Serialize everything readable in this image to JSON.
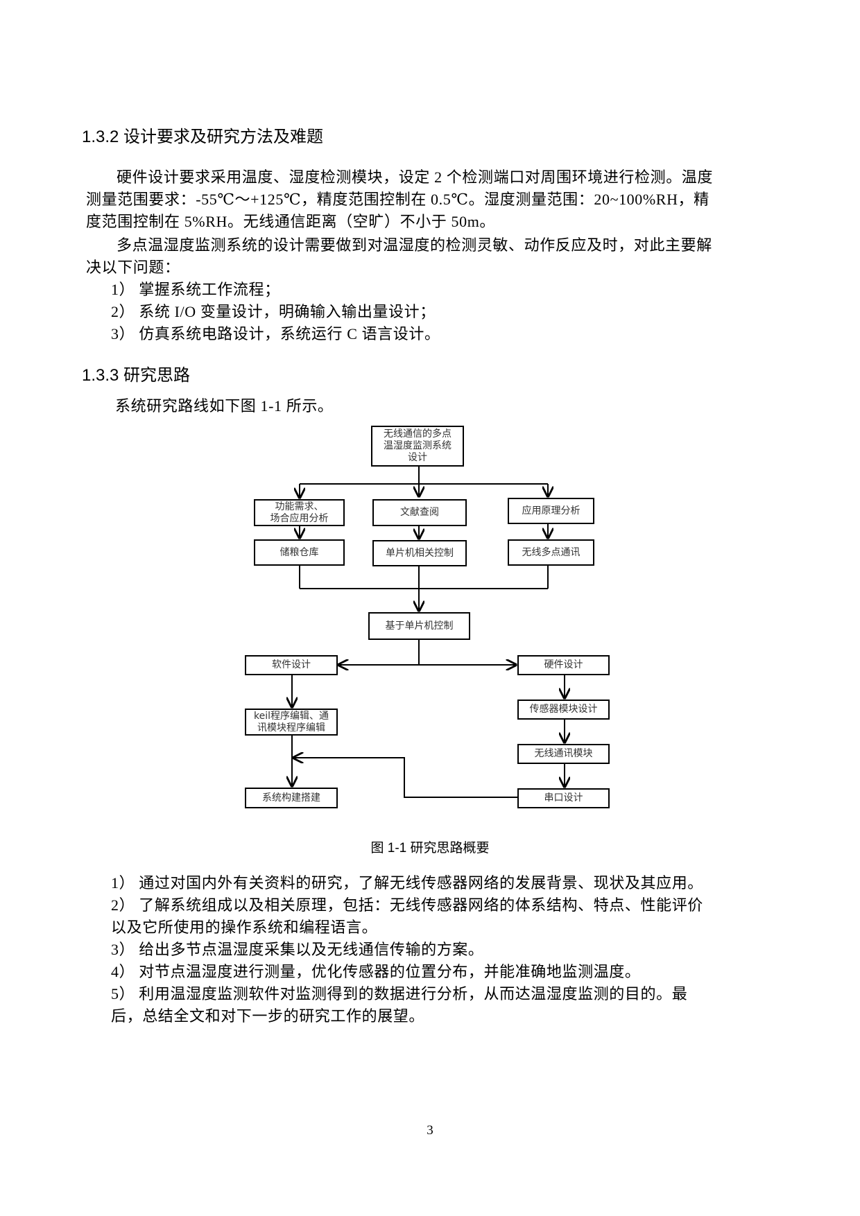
{
  "section_132": {
    "heading": "1.3.2  设计要求及研究方法及难题",
    "para1_lines": [
      "硬件设计要求采用温度、湿度检测模块，设定 2 个检测端口对周围环境进行检测。温度",
      "测量范围要求：-55℃～+125℃，精度范围控制在 0.5℃。湿度测量范围：20~100%RH，精",
      "度范围控制在 5%RH。无线通信距离（空旷）不小于 50m。"
    ],
    "para2_lines": [
      "多点温湿度监测系统的设计需要做到对温湿度的检测灵敏、动作反应及时，对此主要解",
      "决以下问题："
    ],
    "items": [
      "1） 掌握系统工作流程；",
      "2） 系统 I/O 变量设计，明确输入输出量设计；",
      "3） 仿真系统电路设计，系统运行 C 语言设计。"
    ]
  },
  "section_133": {
    "heading": "1.3.3    研究思路",
    "intro": "系统研究路线如下图 1-1 所示。"
  },
  "figure": {
    "caption": "图 1-1  研究思路概要",
    "nodes": {
      "root": [
        "无线通信的多点",
        "温湿度监测系统",
        "设计"
      ],
      "func_need": [
        "功能需求、",
        "场合应用分析"
      ],
      "literature": "文献查阅",
      "principle": "应用原理分析",
      "granary": "储粮仓库",
      "mcu_related": "单片机相关控制",
      "wireless_multi": "无线多点通讯",
      "mcu_based": "基于单片机控制",
      "software": "软件设计",
      "hardware": "硬件设计",
      "keil": [
        "keil程序编辑、通",
        "讯模块程序编辑"
      ],
      "sensor": "传感器模块设计",
      "wireless_module": "无线通讯模块",
      "system_build": "系统构建搭建",
      "serial": "串口设计"
    }
  },
  "list_after": [
    "1） 通过对国内外有关资料的研究，了解无线传感器网络的发展背景、现状及其应用。",
    "2） 了解系统组成以及相关原理，包括：无线传感器网络的体系结构、特点、性能评价",
    "以及它所使用的操作系统和编程语言。",
    "3） 给出多节点温湿度采集以及无线通信传输的方案。",
    "4） 对节点温湿度进行测量，优化传感器的位置分布，并能准确地监测温度。",
    "5） 利用温湿度监测软件对监测得到的数据进行分析，从而达温湿度监测的目的。最",
    "后，总结全文和对下一步的研究工作的展望。"
  ],
  "page_number": "3"
}
